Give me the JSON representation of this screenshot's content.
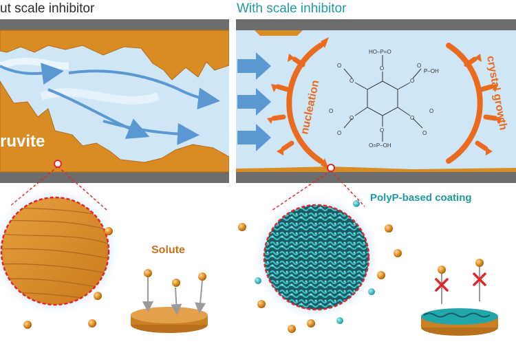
{
  "titles": {
    "left": "ut scale inhibitor",
    "right": "With scale inhibitor"
  },
  "labels": {
    "struvite": "ruvite",
    "solute": "Solute",
    "coating": "PolyP-based coating",
    "nucleation": "nucleation",
    "crystal_growth": "crystal growth"
  },
  "molecule": {
    "groups": [
      "O",
      "O",
      "O",
      "O",
      "O",
      "O",
      "O",
      "O",
      "O",
      "O",
      "O",
      "O"
    ],
    "top": "HO–P=O",
    "bottom": "O=P–OH",
    "right_top": "P–OH"
  },
  "colors": {
    "pipe": "#6d6d6d",
    "water": "#cfe6f7",
    "scale": "#d98b24",
    "arrow_blue": "#5b97d1",
    "inhibitor_orange": "#ea6a1e",
    "coating_teal": "#1f9aa0"
  }
}
